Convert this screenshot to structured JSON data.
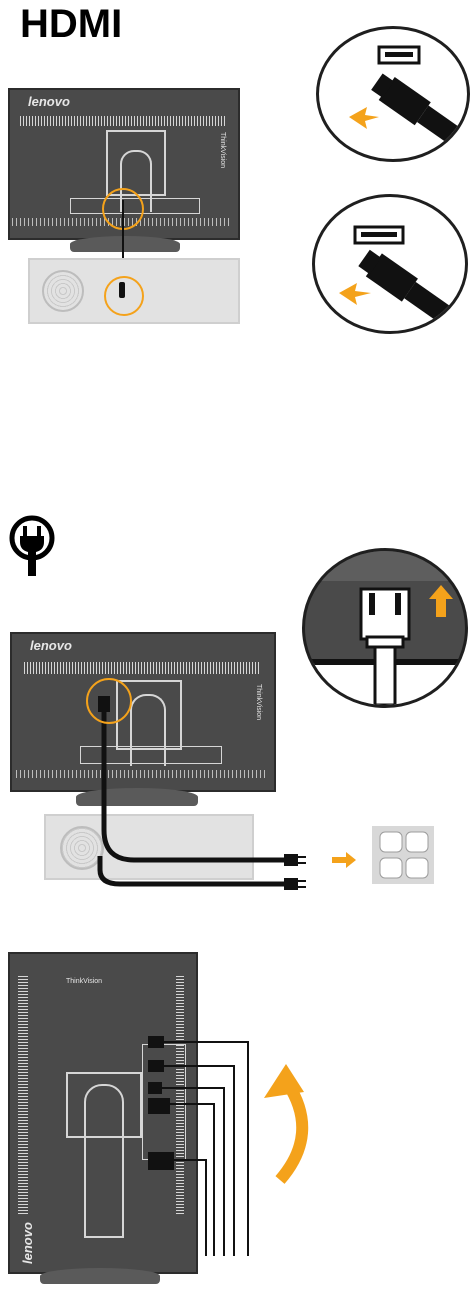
{
  "hdmi_section": {
    "title": "HDMI",
    "monitor_logo": "lenovo",
    "monitor_brand": "ThinkVision"
  },
  "power_section": {
    "monitor_logo": "lenovo",
    "monitor_brand": "ThinkVision"
  },
  "rotate_section": {
    "monitor_logo": "lenovo",
    "monitor_brand": "ThinkVision"
  },
  "icons": {
    "power_plug": "power-plug-icon",
    "arrow_right": "arrow-right-icon",
    "arrow_up": "arrow-up-icon",
    "rotate_arrow": "curved-arrow-icon",
    "outlet": "wall-outlet-icon"
  },
  "colors": {
    "accent": "#f4a21b",
    "monitor": "#4a4a4a",
    "pc": "#e2e2e2"
  }
}
